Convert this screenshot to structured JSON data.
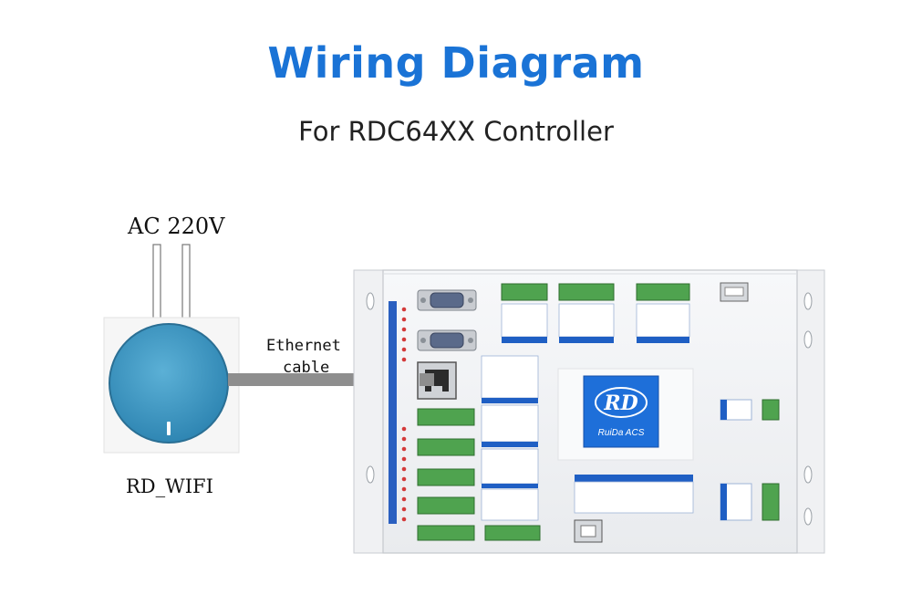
{
  "header": {
    "title": "Wiring Diagram",
    "subtitle": "For RDC64XX Controller"
  },
  "wifi_module": {
    "power_label": "AC 220V",
    "name": "RD_WIFI"
  },
  "cable": {
    "line1": "Ethernet",
    "line2": "cable"
  },
  "controller": {
    "logo_text": "RD",
    "brand_text": "RuiDa ACS"
  },
  "colors": {
    "title": "#1a73d6",
    "wifi_body": "#3f9bc4",
    "cable": "#8e8e8e",
    "board": "#f3f4f6",
    "terminal_green": "#4fa34f",
    "logo_blue": "#1e6fd9",
    "header_blue": "#1f5fc4"
  }
}
